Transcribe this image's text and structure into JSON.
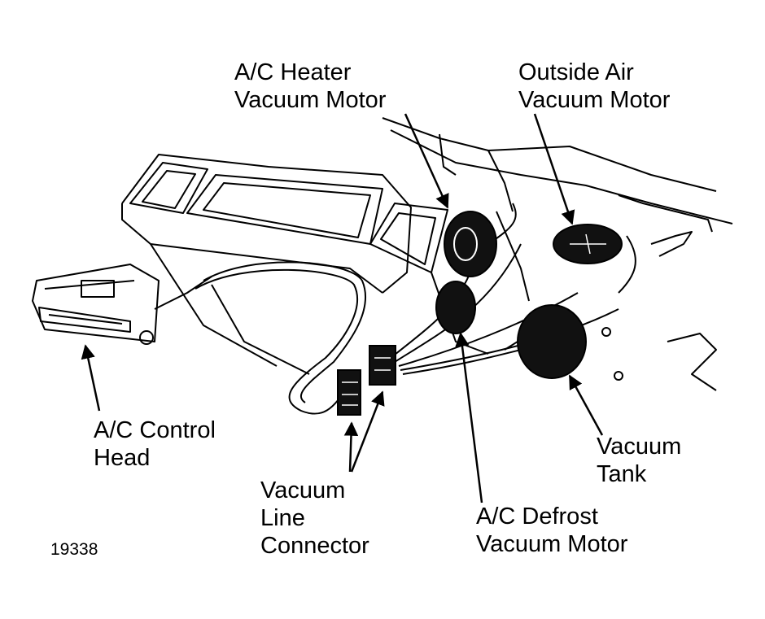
{
  "figure_number": "19338",
  "labels": {
    "heater_motor": [
      "A/C Heater",
      "Vacuum Motor"
    ],
    "outside_air_motor": [
      "Outside Air",
      "Vacuum Motor"
    ],
    "control_head": [
      "A/C Control",
      "Head"
    ],
    "vacuum_tank": [
      "Vacuum",
      "Tank"
    ],
    "line_connector": [
      "Vacuum",
      "Line",
      "Connector"
    ],
    "defrost_motor": [
      "A/C Defrost",
      "Vacuum Motor"
    ]
  },
  "colors": {
    "ink": "#000000",
    "paper": "#ffffff"
  }
}
